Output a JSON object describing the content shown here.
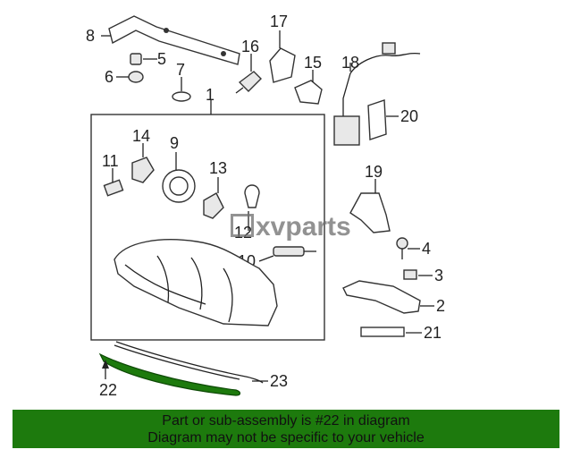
{
  "diagram": {
    "callouts": {
      "c1": "1",
      "c2": "2",
      "c3": "3",
      "c4": "4",
      "c5": "5",
      "c6": "6",
      "c7": "7",
      "c8": "8",
      "c9": "9",
      "c10": "10",
      "c11": "11",
      "c12": "12",
      "c13": "13",
      "c14": "14",
      "c15": "15",
      "c16": "16",
      "c17": "17",
      "c18": "18",
      "c19": "19",
      "c20": "20",
      "c21": "21",
      "c22": "22",
      "c23": "23"
    },
    "highlight_color": "#1d7a0d"
  },
  "watermark": {
    "text": "xvparts"
  },
  "banner": {
    "line1": "Part or sub-assembly is #22 in diagram",
    "line2": "Diagram may not be specific to your vehicle",
    "background": "#1d7a0d"
  }
}
